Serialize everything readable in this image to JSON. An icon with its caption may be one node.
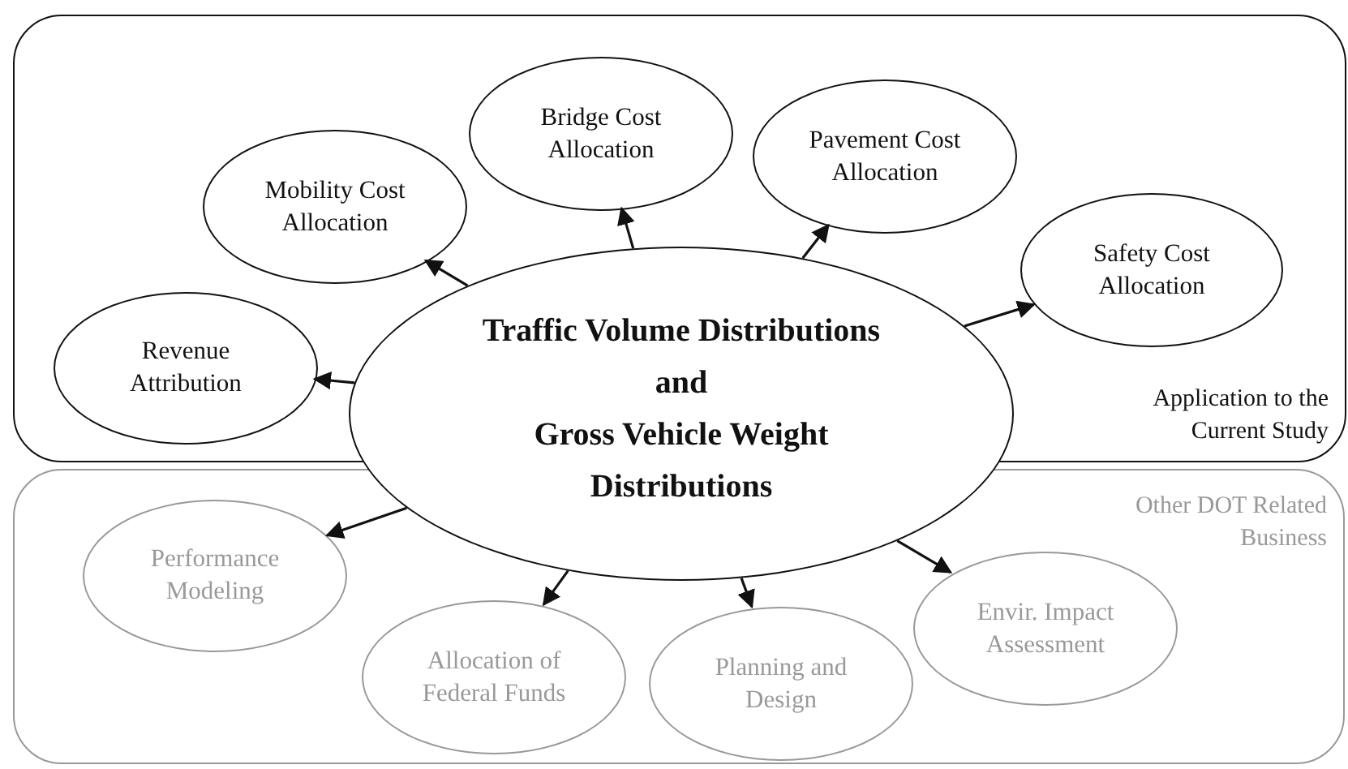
{
  "diagram": {
    "nodes": [
      {
        "text": [
          "Application to the Current Study"
        ]
      },
      {
        "text": [
          "Traffic Volume Distributions",
          "and",
          "Gross Vehicle Weight Distributions"
        ]
      },
      {
        "text": [
          "Revenue Attribution"
        ],
        "in": 0
      },
      {
        "text": [
          "Mobility Cost Allocation"
        ],
        "in": 0
      },
      {
        "text": [
          "Bridge Cost Allocation"
        ],
        "in": 0
      },
      {
        "text": [
          "Pavement Cost Allocation"
        ],
        "in": 0
      },
      {
        "text": [
          "Safety Cost Allocation"
        ],
        "in": 0
      },
      {
        "text": [
          "Other DOT Related Business"
        ]
      },
      {
        "text": [
          "Performance Modeling"
        ],
        "in": 7
      },
      {
        "text": [
          "Allocation of Federal Funds"
        ],
        "in": 7
      },
      {
        "text": [
          "Planning and Design"
        ],
        "in": 7
      },
      {
        "text": [
          "Envir. Impact Assessment"
        ],
        "in": 7
      }
    ],
    "edges": [
      {
        "from": 1,
        "to": 2,
        "arrow": "to"
      },
      {
        "from": 1,
        "to": 3,
        "arrow": "to"
      },
      {
        "from": 1,
        "to": 4,
        "arrow": "to"
      },
      {
        "from": 1,
        "to": 5,
        "arrow": "to"
      },
      {
        "from": 1,
        "to": 6,
        "arrow": "to"
      },
      {
        "from": 1,
        "to": 8,
        "arrow": "to"
      },
      {
        "from": 1,
        "to": 9,
        "arrow": "to"
      },
      {
        "from": 1,
        "to": 10,
        "arrow": "to"
      },
      {
        "from": 1,
        "to": 11,
        "arrow": "to"
      }
    ]
  }
}
